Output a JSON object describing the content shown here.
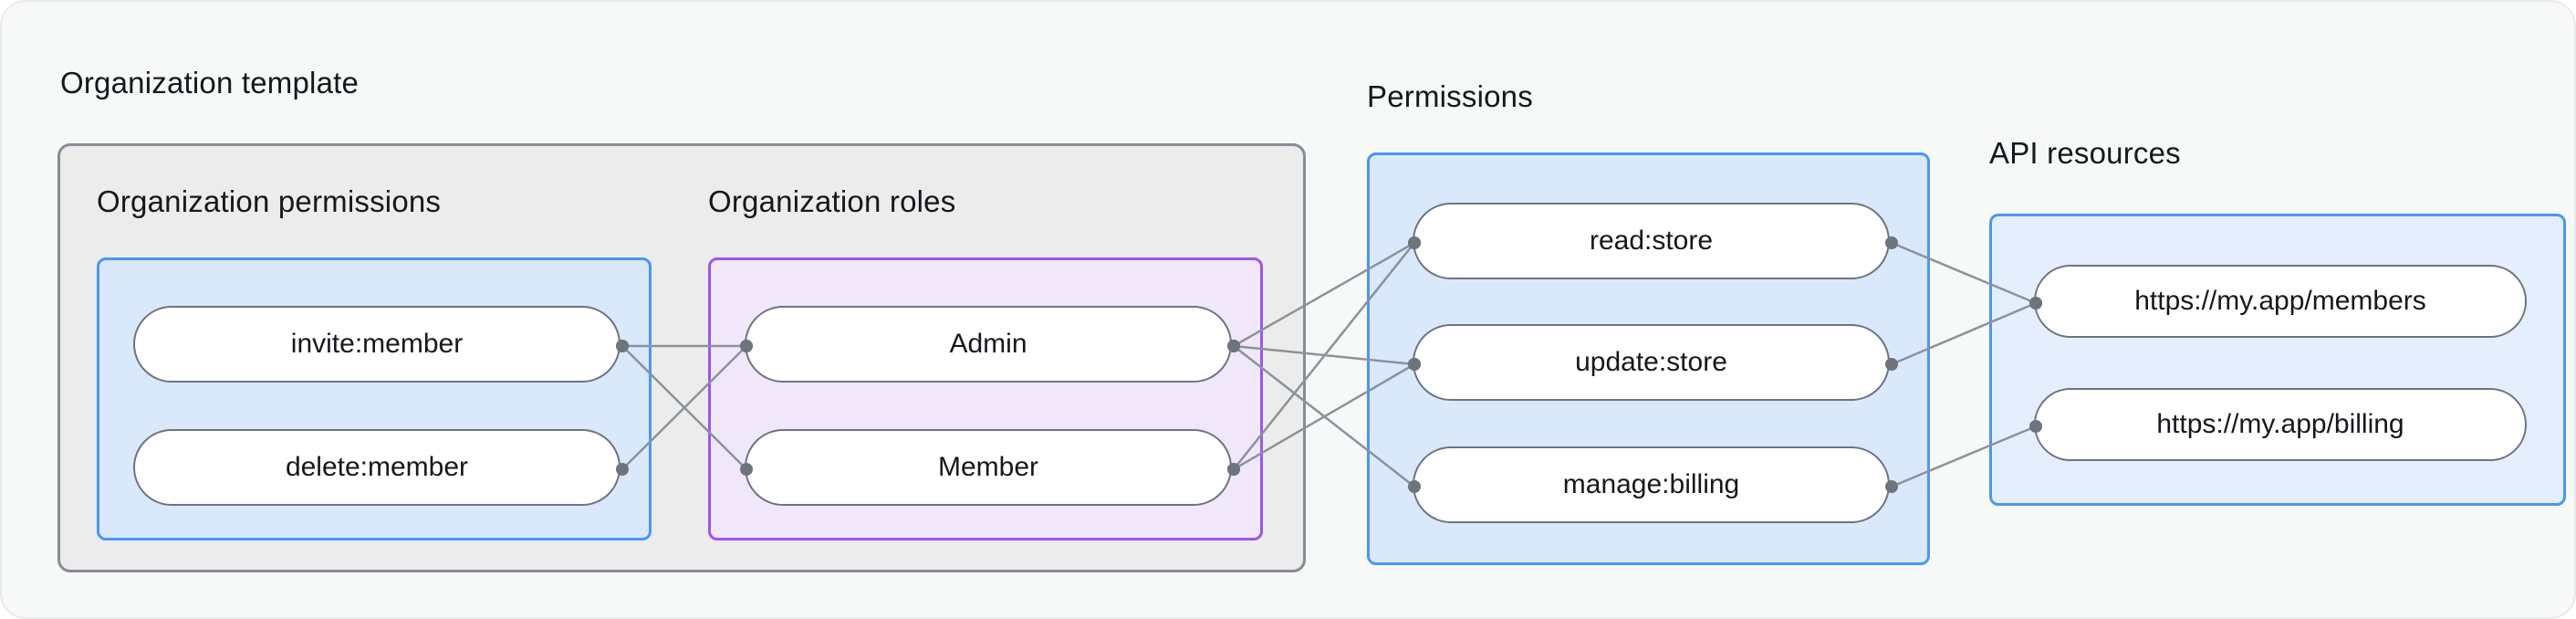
{
  "diagram": {
    "organization_template": {
      "title": "Organization template",
      "organization_permissions": {
        "title": "Organization permissions",
        "items": [
          {
            "id": "invite-member",
            "label": "invite:member"
          },
          {
            "id": "delete-member",
            "label": "delete:member"
          }
        ]
      },
      "organization_roles": {
        "title": "Organization roles",
        "items": [
          {
            "id": "admin",
            "label": "Admin"
          },
          {
            "id": "member",
            "label": "Member"
          }
        ]
      }
    },
    "permissions": {
      "title": "Permissions",
      "items": [
        {
          "id": "read-store",
          "label": "read:store"
        },
        {
          "id": "update-store",
          "label": "update:store"
        },
        {
          "id": "manage-billing",
          "label": "manage:billing"
        }
      ]
    },
    "api_resources": {
      "title": "API resources",
      "items": [
        {
          "id": "members-api",
          "label": "https://my.app/members"
        },
        {
          "id": "billing-api",
          "label": "https://my.app/billing"
        }
      ]
    },
    "edges": [
      {
        "from": "invite-member",
        "to": "admin"
      },
      {
        "from": "invite-member",
        "to": "member"
      },
      {
        "from": "delete-member",
        "to": "admin"
      },
      {
        "from": "admin",
        "to": "read-store"
      },
      {
        "from": "admin",
        "to": "update-store"
      },
      {
        "from": "admin",
        "to": "manage-billing"
      },
      {
        "from": "member",
        "to": "read-store"
      },
      {
        "from": "member",
        "to": "update-store"
      },
      {
        "from": "read-store",
        "to": "members-api"
      },
      {
        "from": "update-store",
        "to": "members-api"
      },
      {
        "from": "manage-billing",
        "to": "billing-api"
      }
    ],
    "colors": {
      "canvas_background": "#f7f8f8",
      "template_box_background": "#ececec",
      "template_box_border": "#878d96",
      "blue_panel_background": "#d9e8fb",
      "blue_panel_border": "#4b96f3",
      "purple_panel_background": "#f0e7fb",
      "purple_panel_border": "#9d55f0",
      "node_background": "#ffffff",
      "node_border": "#6e747e",
      "edge_line": "#8b929b",
      "text": "#15181c"
    }
  }
}
